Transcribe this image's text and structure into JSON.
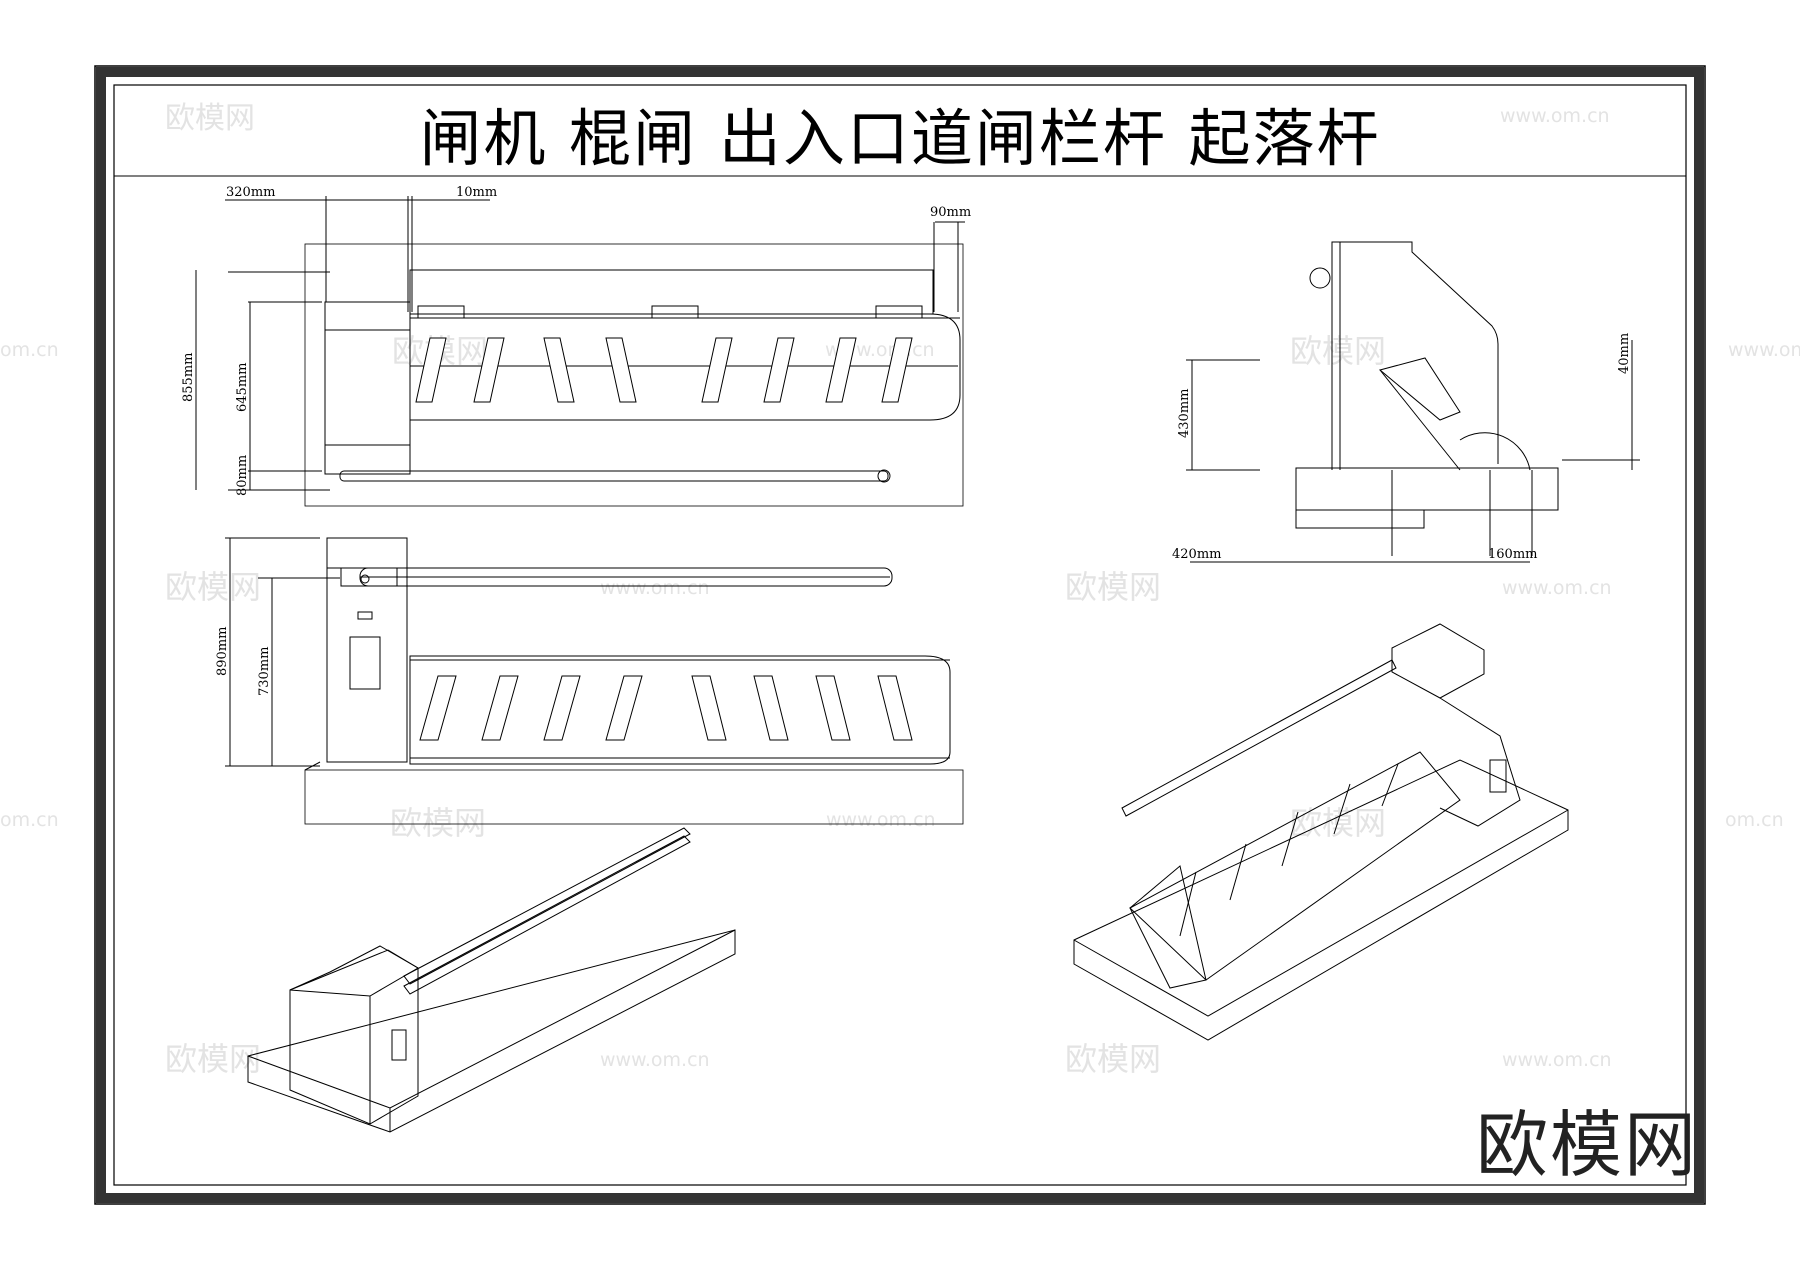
{
  "title": "闸机 棍闸 出入口道闸栏杆 起落杆",
  "logo_text": "欧模网",
  "watermark": {
    "text": "欧模网",
    "url": "www.om.cn",
    "url_edge": "om.cn"
  },
  "dimensions": {
    "top_view": {
      "d320": "320mm",
      "d10": "10mm",
      "d90": "90mm",
      "d855": "855mm",
      "d645": "645mm",
      "d80": "80mm"
    },
    "side_view": {
      "d890": "890mm",
      "d730": "730mm"
    },
    "end_view": {
      "d430": "430mm",
      "d40": "40mm",
      "d420": "420mm",
      "d160": "160mm"
    }
  },
  "colors": {
    "line": "#000000",
    "watermark": "#e3e3e3"
  }
}
